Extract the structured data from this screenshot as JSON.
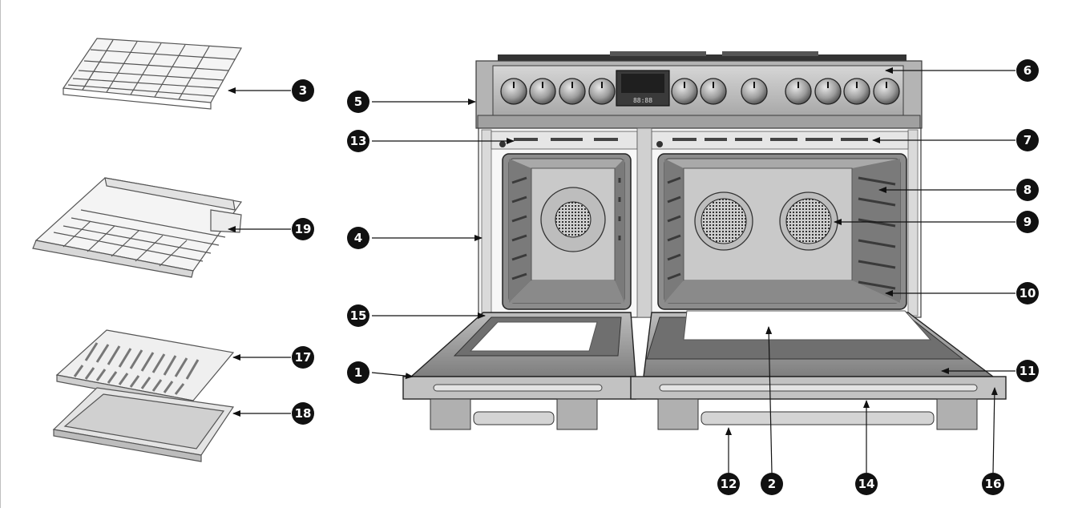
{
  "figure": {
    "callouts": [
      {
        "id": "c1",
        "number": "1"
      },
      {
        "id": "c2",
        "number": "2"
      },
      {
        "id": "c3",
        "number": "3"
      },
      {
        "id": "c4",
        "number": "4"
      },
      {
        "id": "c5",
        "number": "5"
      },
      {
        "id": "c6",
        "number": "6"
      },
      {
        "id": "c7",
        "number": "7"
      },
      {
        "id": "c8",
        "number": "8"
      },
      {
        "id": "c9",
        "number": "9"
      },
      {
        "id": "c10",
        "number": "10"
      },
      {
        "id": "c11",
        "number": "11"
      },
      {
        "id": "c12",
        "number": "12"
      },
      {
        "id": "c13",
        "number": "13"
      },
      {
        "id": "c14",
        "number": "14"
      },
      {
        "id": "c15",
        "number": "15"
      },
      {
        "id": "c16",
        "number": "16"
      },
      {
        "id": "c17",
        "number": "17"
      },
      {
        "id": "c18",
        "number": "18"
      },
      {
        "id": "c19",
        "number": "19"
      }
    ],
    "display_text": "88:88",
    "colors": {
      "callout_fill": "#111111",
      "callout_text": "#ffffff",
      "steel": "#9a9a9a",
      "outline": "#3a3a3a"
    }
  }
}
